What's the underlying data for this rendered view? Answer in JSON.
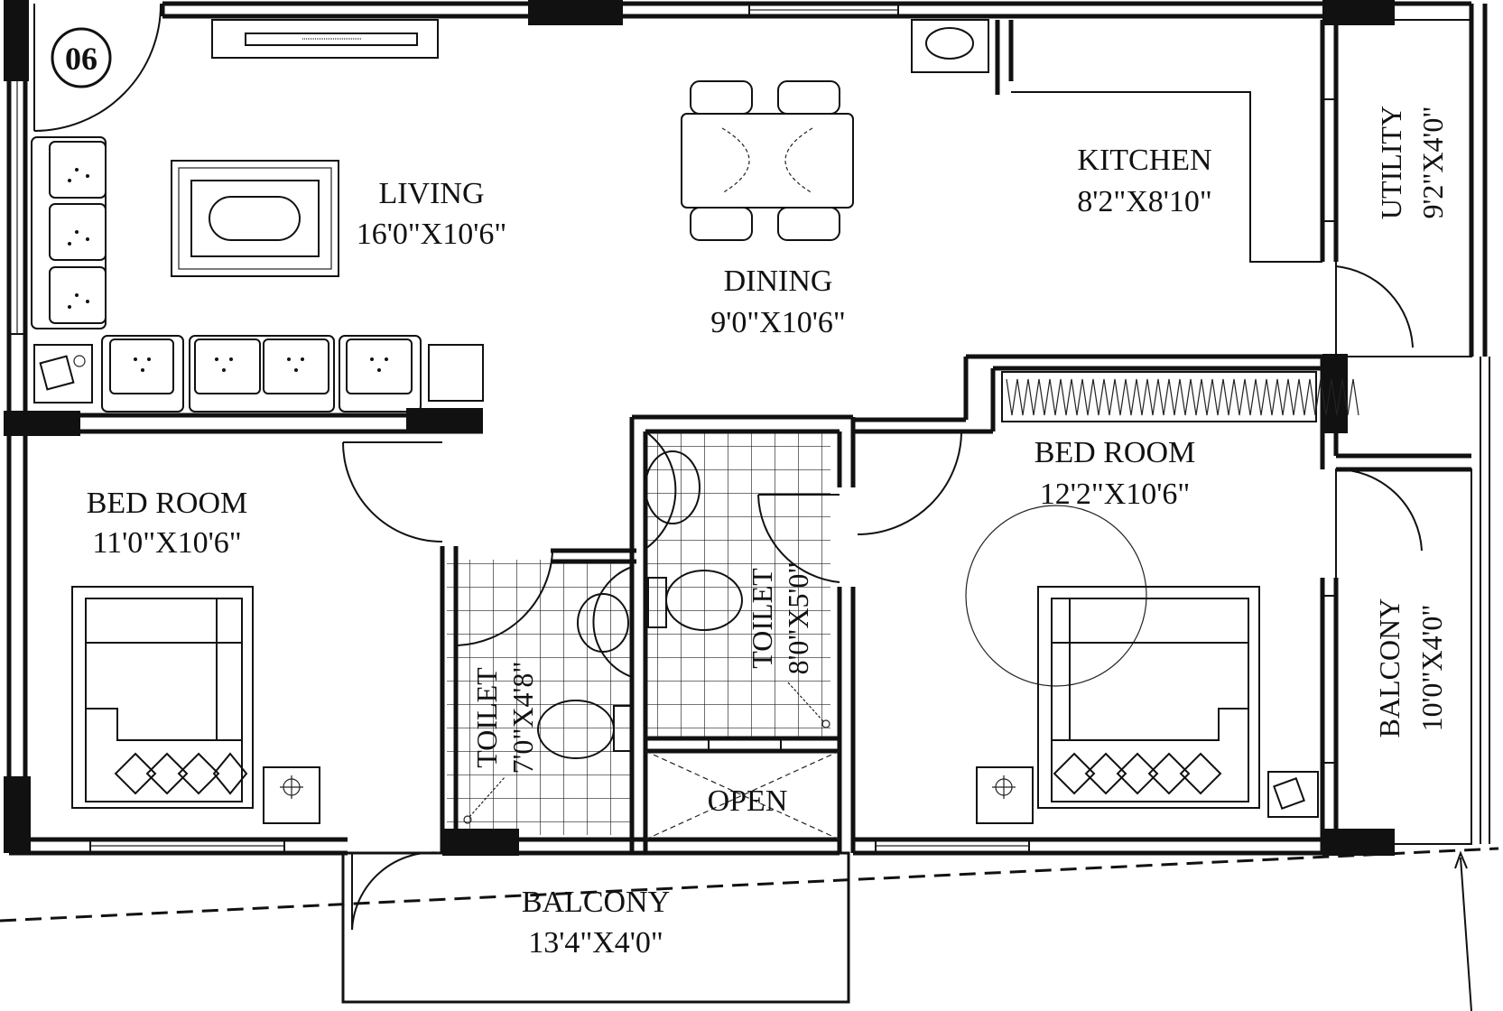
{
  "unit_number": "06",
  "rooms": {
    "living": {
      "name": "LIVING",
      "size": "16'0\"X10'6\""
    },
    "dining": {
      "name": "DINING",
      "size": "9'0\"X10'6\""
    },
    "kitchen": {
      "name": "KITCHEN",
      "size": "8'2\"X8'10\""
    },
    "utility": {
      "name": "UTILITY",
      "size": "9'2\"X4'0\""
    },
    "bedroom_left": {
      "name": "BED ROOM",
      "size": "11'0\"X10'6\""
    },
    "bedroom_right": {
      "name": "BED ROOM",
      "size": "12'2\"X10'6\""
    },
    "toilet_left": {
      "name": "TOILET",
      "size": "7'0\"X4'8\""
    },
    "toilet_mid": {
      "name": "TOILET",
      "size": "8'0\"X5'0\""
    },
    "open": {
      "name": "OPEN"
    },
    "balcony_right": {
      "name": "BALCONY",
      "size": "10'0\"X4'0\""
    },
    "balcony_bottom": {
      "name": "BALCONY",
      "size": "13'4\"X4'0\""
    }
  }
}
